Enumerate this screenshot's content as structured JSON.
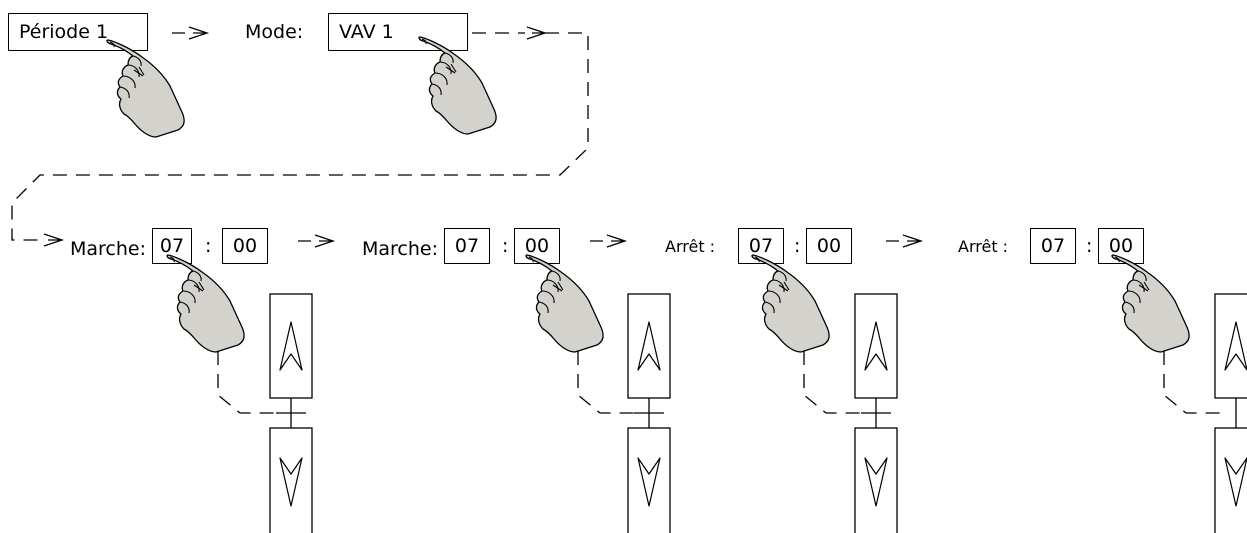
{
  "period_box": "Période 1",
  "mode_label": "Mode:",
  "mode_box": "VAV 1",
  "steps": [
    {
      "label": "Marche:",
      "hours": "07",
      "sep": ":",
      "minutes": "00"
    },
    {
      "label": "Marche:",
      "hours": "07",
      "sep": ":",
      "minutes": "00"
    },
    {
      "label": "Arrêt :",
      "hours": "07",
      "sep": ":",
      "minutes": "00"
    },
    {
      "label": "Arrêt :",
      "hours": "07",
      "sep": ":",
      "minutes": "00"
    }
  ],
  "icons": [
    "pointing-hand-icon",
    "arrow-right-icon",
    "arrow-up-icon",
    "arrow-down-icon"
  ],
  "colors": {
    "hand_fill": "#d4d2cd",
    "line": "#000000"
  }
}
